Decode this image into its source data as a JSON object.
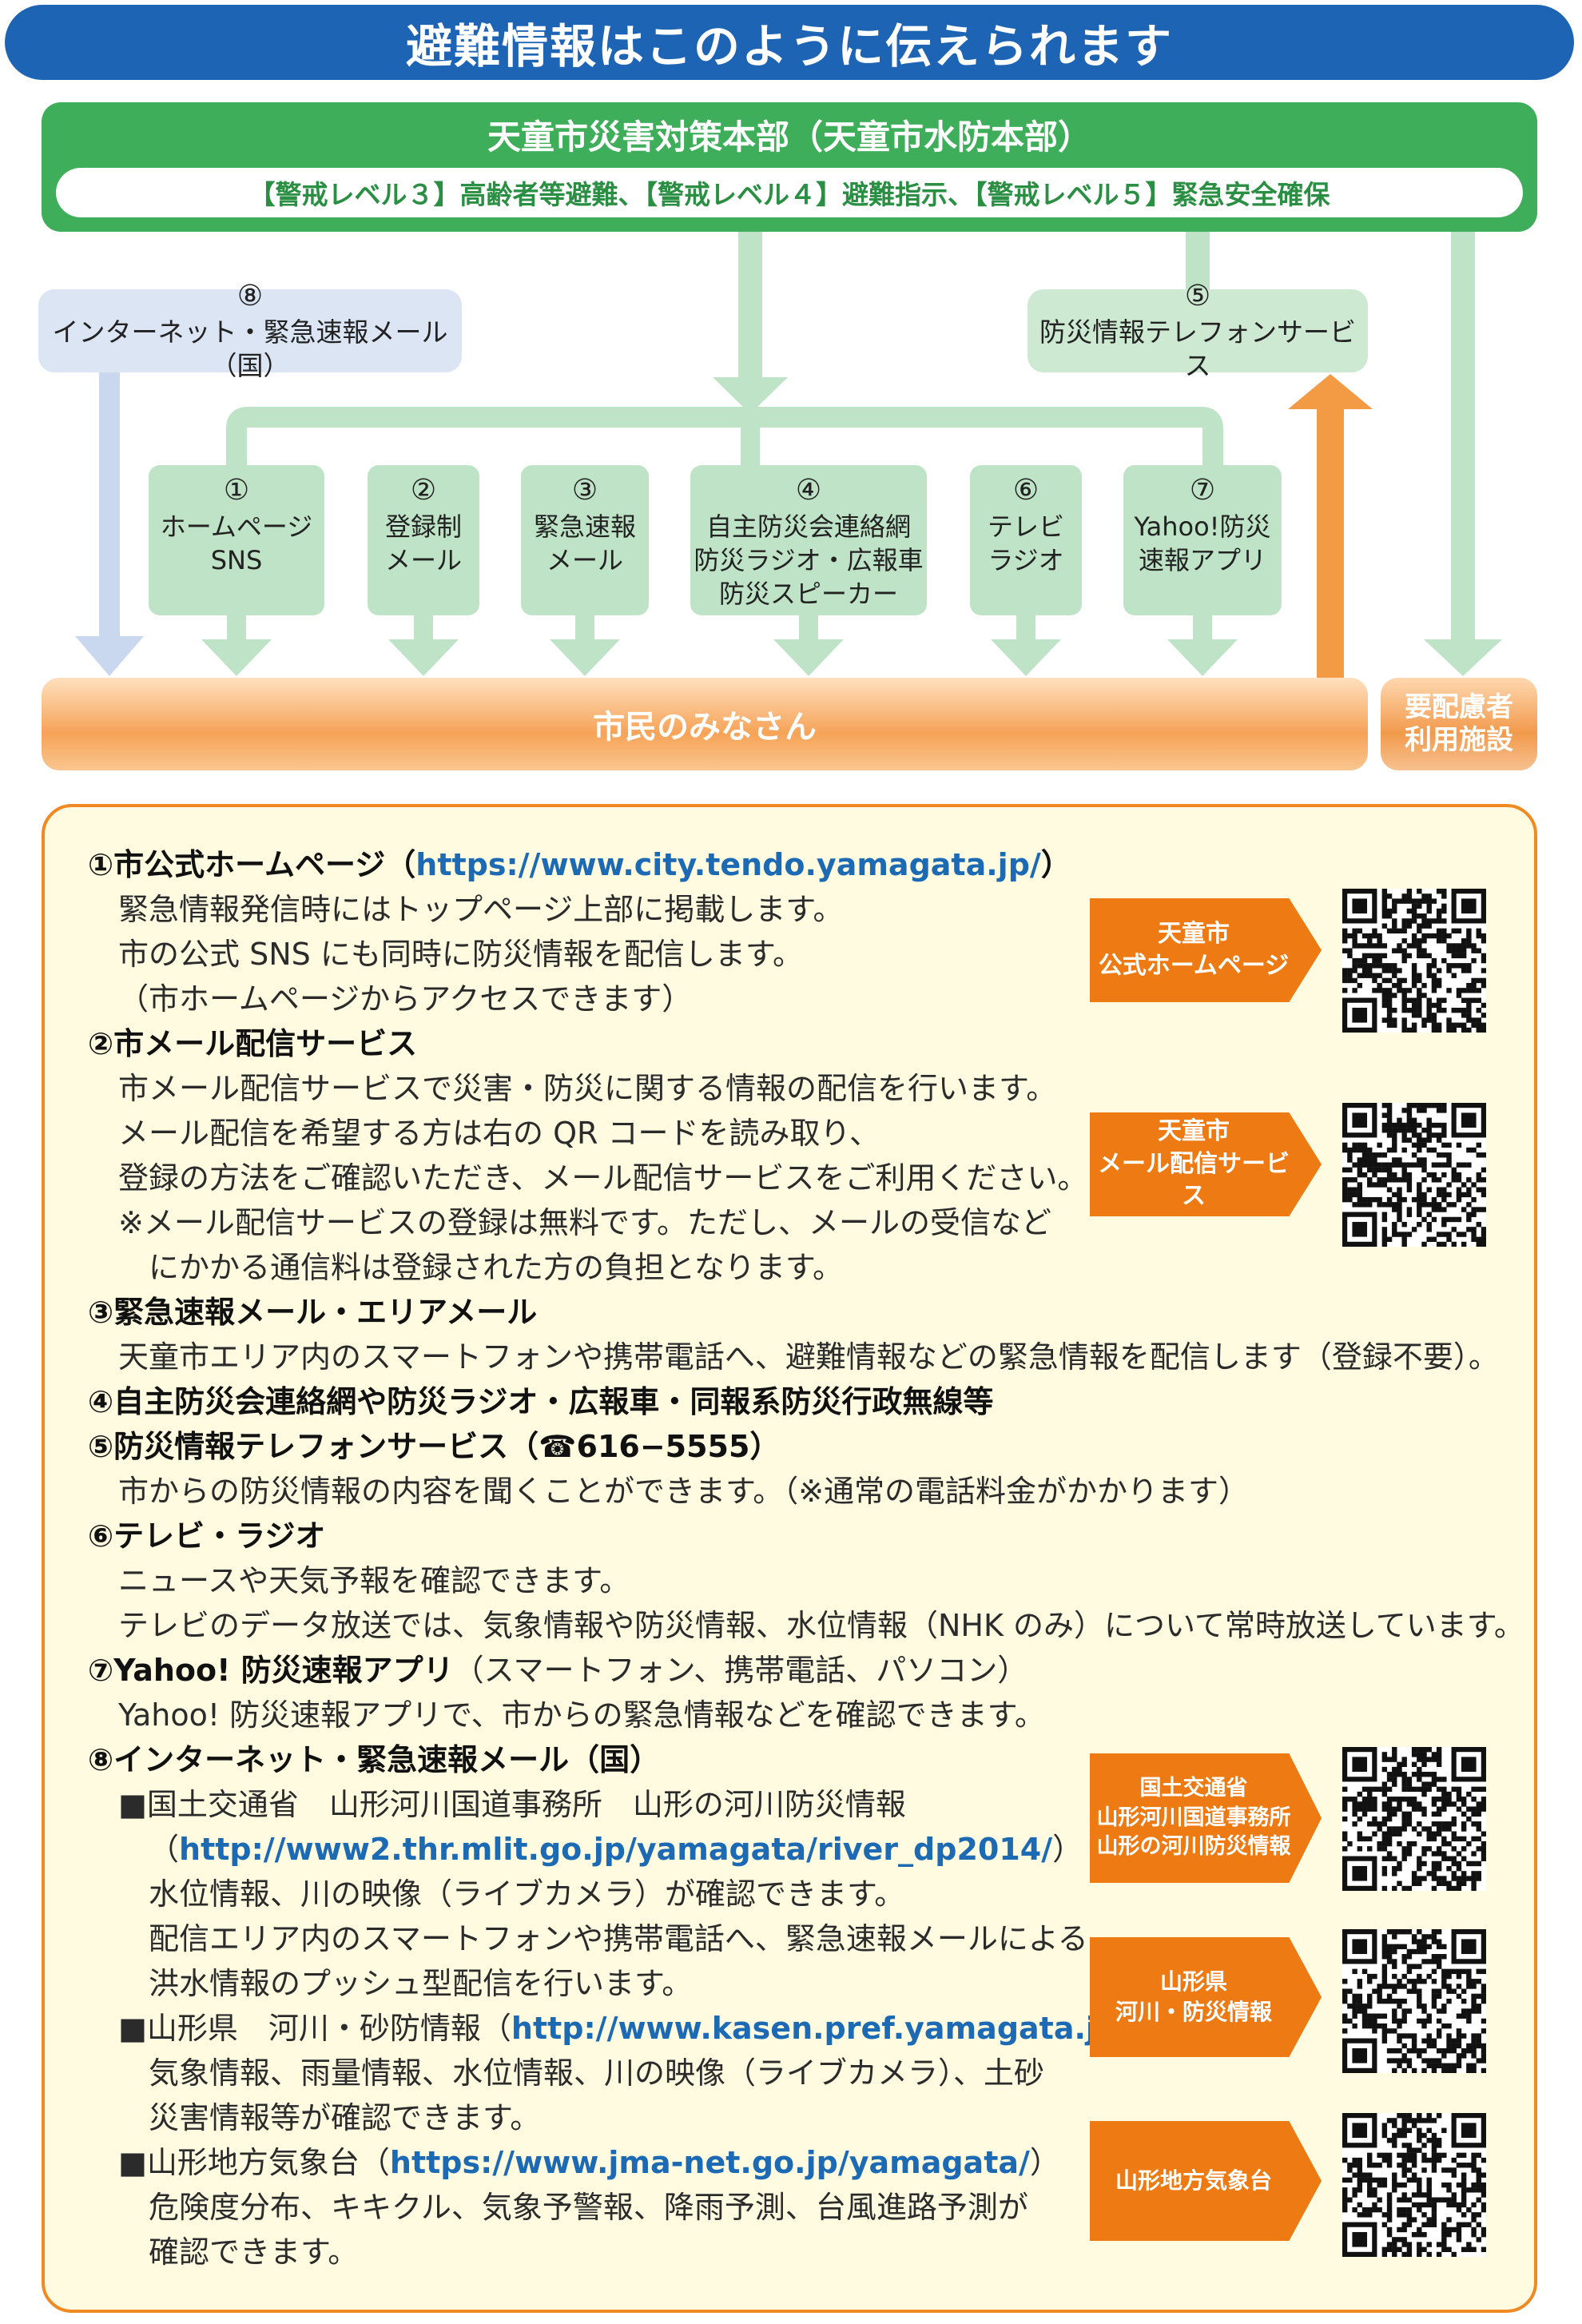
{
  "title": "避難情報はこのように伝えられます",
  "hq": {
    "name": "天童市災害対策本部（天童市水防本部）",
    "levels": "【警戒レベル３】高齢者等避難、【警戒レベル４】避難指示、【警戒レベル５】緊急安全確保"
  },
  "sources": {
    "s8": {
      "num": "⑧",
      "label": "インターネット・緊急速報メール（国）"
    },
    "s5": {
      "num": "⑤",
      "label": "防災情報テレフォンサービス"
    }
  },
  "channels": [
    {
      "num": "①",
      "l1": "ホームページ",
      "l2": "SNS",
      "l3": ""
    },
    {
      "num": "②",
      "l1": "登録制",
      "l2": "メール",
      "l3": ""
    },
    {
      "num": "③",
      "l1": "緊急速報",
      "l2": "メール",
      "l3": ""
    },
    {
      "num": "④",
      "l1": "自主防災会連絡網",
      "l2": "防災ラジオ・広報車",
      "l3": "防災スピーカー"
    },
    {
      "num": "⑥",
      "l1": "テレビ",
      "l2": "ラジオ",
      "l3": ""
    },
    {
      "num": "⑦",
      "l1": "Yahoo!防災",
      "l2": "速報アプリ",
      "l3": ""
    }
  ],
  "citizens": "市民のみなさん",
  "facility": {
    "l1": "要配慮者",
    "l2": "利用施設"
  },
  "details": {
    "d1_head": "①市公式ホームページ（",
    "d1_url": "https://www.city.tendo.yamagata.jp/",
    "d1_close": "）",
    "d1_t1": "緊急情報発信時にはトップページ上部に掲載します。",
    "d1_t2": "市の公式 SNS にも同時に防災情報を配信します。",
    "d1_t3": "（市ホームページからアクセスできます）",
    "d2_head": "②市メール配信サービス",
    "d2_t1": "市メール配信サービスで災害・防災に関する情報の配信を行います。",
    "d2_t2": "メール配信を希望する方は右の QR コードを読み取り、",
    "d2_t3": "登録の方法をご確認いただき、メール配信サービスをご利用ください。",
    "d2_t4": "※メール配信サービスの登録は無料です。ただし、メールの受信など",
    "d2_t5": "にかかる通信料は登録された方の負担となります。",
    "d3_head": "③緊急速報メール・エリアメール",
    "d3_t1": "天童市エリア内のスマートフォンや携帯電話へ、避難情報などの緊急情報を配信します（登録不要）。",
    "d4_head": "④自主防災会連絡網や防災ラジオ・広報車・同報系防災行政無線等",
    "d5_head": "⑤防災情報テレフォンサービス（☎616−5555）",
    "d5_t1": "市からの防災情報の内容を聞くことができます。（※通常の電話料金がかかります）",
    "d6_head": "⑥テレビ・ラジオ",
    "d6_t1": "ニュースや天気予報を確認できます。",
    "d6_t2": "テレビのデータ放送では、気象情報や防災情報、水位情報（NHK のみ）について常時放送しています。",
    "d7_head": "⑦Yahoo! 防災速報アプリ",
    "d7_sub": "（スマートフォン、携帯電話、パソコン）",
    "d7_t1": "Yahoo! 防災速報アプリで、市からの緊急情報などを確認できます。",
    "d8_head": "⑧インターネット・緊急速報メール（国）",
    "d8a_title": "■国土交通省　山形河川国道事務所　山形の河川防災情報",
    "d8a_open": "（",
    "d8a_url": "http://www2.thr.mlit.go.jp/yamagata/river_dp2014/",
    "d8a_close": "）",
    "d8a_t1": "水位情報、川の映像（ライブカメラ）が確認できます。",
    "d8a_t2": "配信エリア内のスマートフォンや携帯電話へ、緊急速報メールによる",
    "d8a_t3": "洪水情報のプッシュ型配信を行います。",
    "d8b_title": "■山形県　河川・砂防情報（",
    "d8b_url": "http://www.kasen.pref.yamagata.jp/",
    "d8b_close": "）",
    "d8b_t1": "気象情報、雨量情報、水位情報、川の映像（ライブカメラ）、土砂",
    "d8b_t2": "災害情報等が確認できます。",
    "d8c_title": "■山形地方気象台（",
    "d8c_url": "https://www.jma-net.go.jp/yamagata/",
    "d8c_close": "）",
    "d8c_t1": "危険度分布、キキクル、気象予警報、降雨予測、台風進路予測が",
    "d8c_t2": "確認できます。"
  },
  "badges": {
    "b1": {
      "l1": "天童市",
      "l2": "公式ホームページ",
      "l3": ""
    },
    "b2": {
      "l1": "天童市",
      "l2": "メール配信サービス",
      "l3": ""
    },
    "b3": {
      "l1": "国土交通省",
      "l2": "山形河川国道事務所",
      "l3": "山形の河川防災情報"
    },
    "b4": {
      "l1": "山形県",
      "l2": "河川・防災情報",
      "l3": ""
    },
    "b5": {
      "l1": "山形地方気象台",
      "l2": "",
      "l3": ""
    }
  },
  "colors": {
    "title_blue": "#1e64b4",
    "hq_green": "#3fae5a",
    "channel_green": "#bfe3c6",
    "citizen_orange": "#f6a357",
    "badge_orange": "#ee7a14",
    "url_blue": "#1c69b4"
  }
}
